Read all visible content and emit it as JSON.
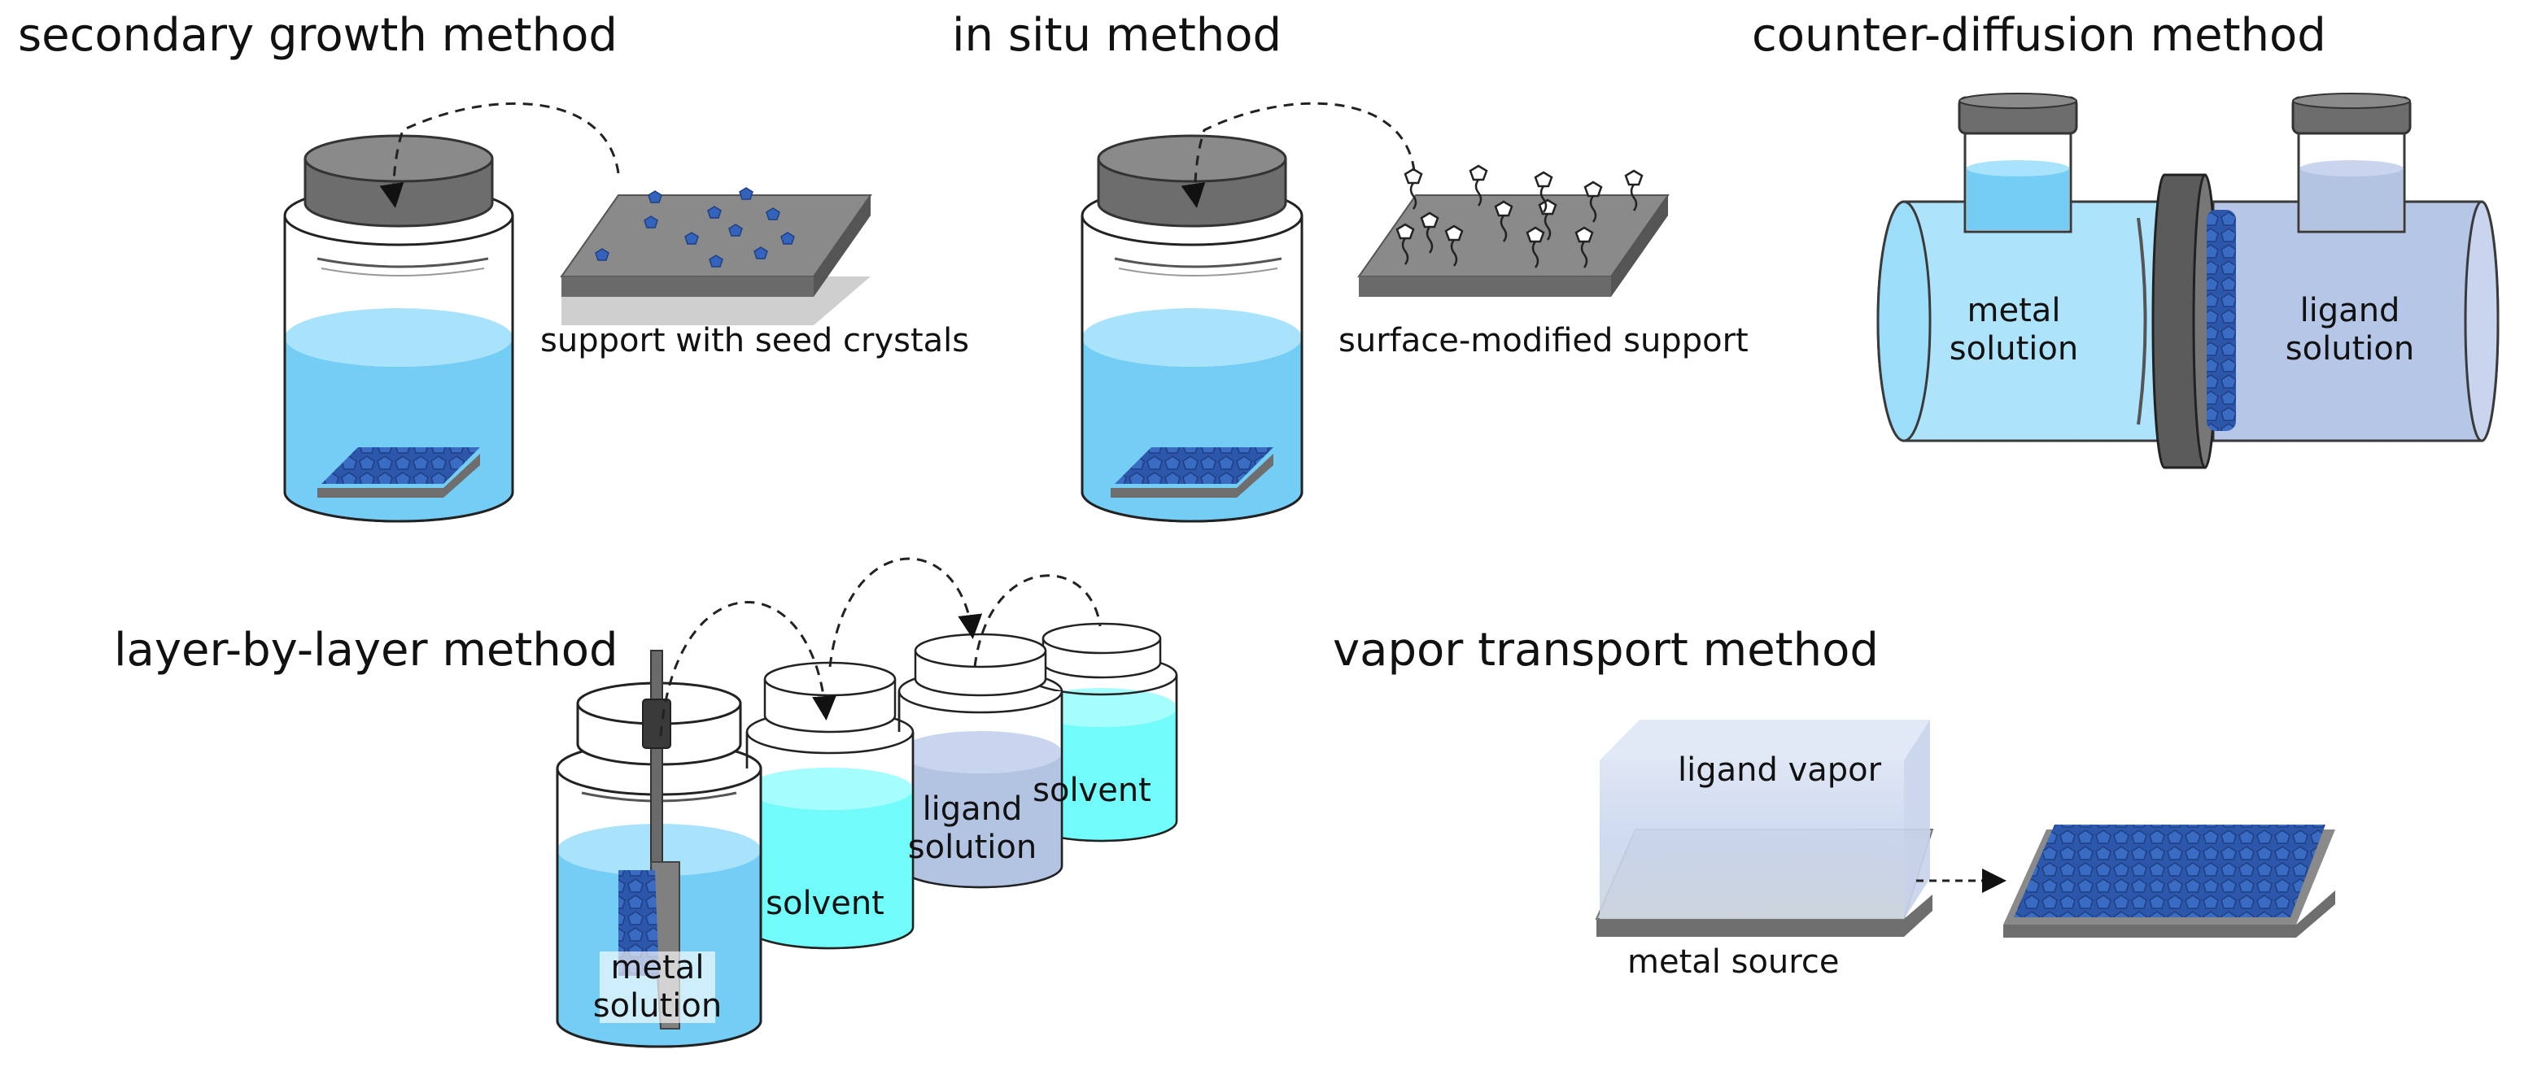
{
  "titles": {
    "secondary_growth": "secondary growth method",
    "in_situ": "in situ method",
    "counter_diffusion": "counter-diffusion method",
    "layer_by_layer": "layer-by-layer method",
    "vapor_transport": "vapor transport method"
  },
  "labels": {
    "seed_support": "support with seed crystals",
    "modified_support": "surface-modified support",
    "cd_metal_1": "metal",
    "cd_metal_2": "solution",
    "cd_ligand_1": "ligand",
    "cd_ligand_2": "solution",
    "lbl_metal_1": "metal",
    "lbl_metal_2": "solution",
    "lbl_solvent_a": "solvent",
    "lbl_ligand_1": "ligand",
    "lbl_ligand_2": "solution",
    "lbl_solvent_b": "solvent",
    "ligand_vapor": "ligand vapor",
    "metal_source": "metal source"
  },
  "colors": {
    "solution_blue": "#74cdf5",
    "solution_blue_top": "#a9e3fb",
    "ligand_lavender": "#b3c4e3",
    "solvent_cyan": "#72fbfb",
    "crystal_blue": "#3463bb",
    "support_grey": "#7a7a7a",
    "cap_grey": "#6d6d6d"
  }
}
